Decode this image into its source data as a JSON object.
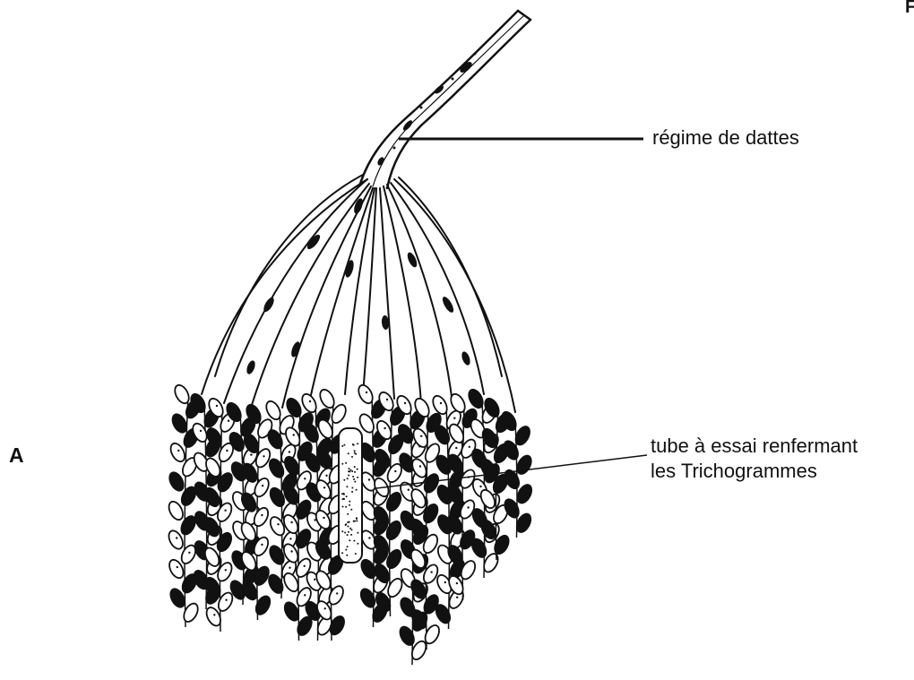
{
  "figure": {
    "panel_letter": "A",
    "corner_letter": "F",
    "labels": {
      "regime": "régime de dattes",
      "tube_line1": "tube à essai renfermant",
      "tube_line2": "les Trichogrammes"
    },
    "colors": {
      "ink": "#111111",
      "paper": "#ffffff"
    }
  }
}
